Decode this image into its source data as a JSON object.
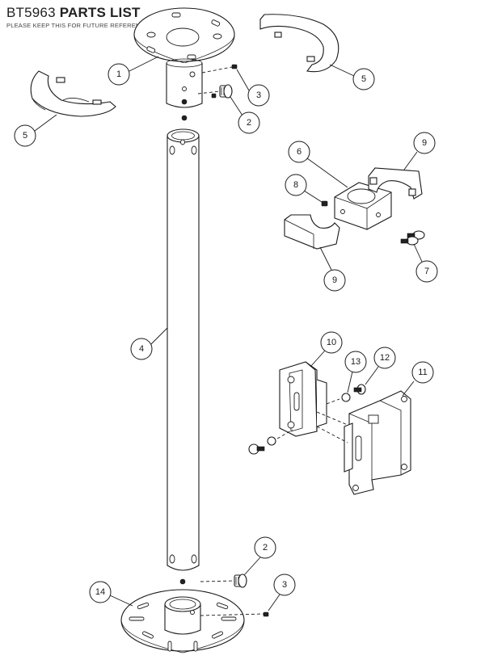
{
  "header": {
    "product_code": "BT5963",
    "title_bold": "PARTS LIST",
    "subtitle": "PLEASE KEEP THIS FOR FUTURE REFERENCE"
  },
  "callouts": [
    "1",
    "2",
    "3",
    "5",
    "5",
    "6",
    "9",
    "8",
    "9",
    "7",
    "4",
    "10",
    "13",
    "12",
    "11",
    "2",
    "3",
    "14"
  ]
}
